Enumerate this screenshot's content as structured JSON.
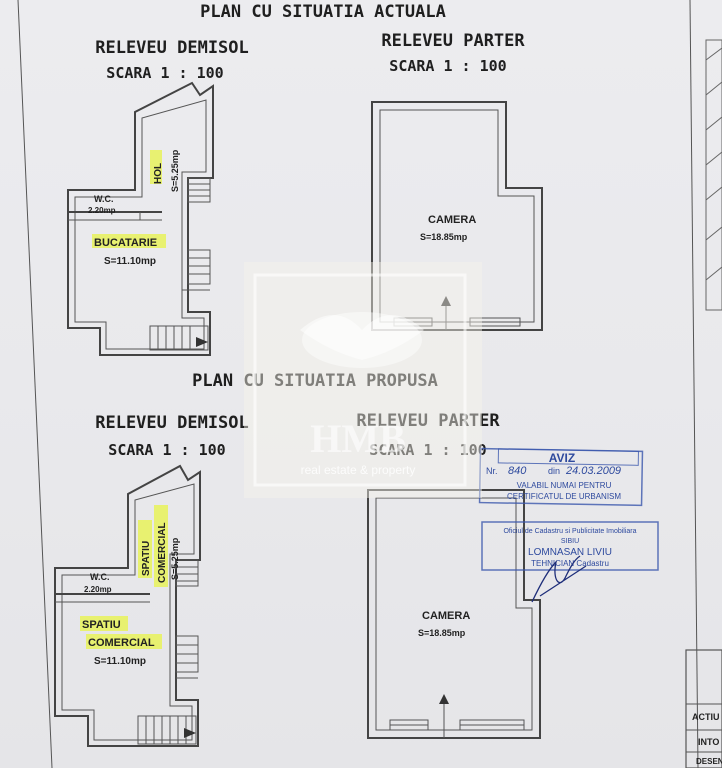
{
  "titles": {
    "current_plan": "PLAN CU SITUATIA ACTUALA",
    "proposed_plan": "PLAN CU SITUATIA PROPUSA"
  },
  "current": {
    "basement": {
      "title": "RELEVEU DEMISOL",
      "scale": "SCARA 1 : 100",
      "rooms": {
        "hol_name": "HOL",
        "hol_area": "S=5.25mp",
        "wc_name": "W.C.",
        "wc_area": "2.20mp",
        "kitchen_name": "BUCATARIE",
        "kitchen_area": "S=11.10mp"
      }
    },
    "ground": {
      "title": "RELEVEU PARTER",
      "scale": "SCARA 1 : 100",
      "room_name": "CAMERA",
      "room_area": "S=18.85mp"
    }
  },
  "proposed": {
    "basement": {
      "title": "RELEVEU DEMISOL",
      "scale": "SCARA 1 : 100",
      "rooms": {
        "spatiu1_line1": "SPATIU",
        "spatiu1_line2": "COMERCIAL",
        "spatiu1_area": "S=5.25mp",
        "wc_name": "W.C.",
        "wc_area": "2.20mp",
        "spatiu2_line1": "SPATIU",
        "spatiu2_line2": "COMERCIAL",
        "spatiu2_area": "S=11.10mp"
      }
    },
    "ground": {
      "title": "RELEVEU PARTER",
      "scale": "SCARA 1 : 100",
      "room_name": "CAMERA",
      "room_area": "S=18.85mp"
    }
  },
  "stamp_aviz": {
    "title": "AVIZ",
    "nr_label": "Nr.",
    "nr_value": "840",
    "date_label": "din",
    "date_value": "24.03.2009",
    "line1": "VALABIL NUMAI PENTRU",
    "line2": "CERTIFICATUL DE URBANISM"
  },
  "stamp_cadastru": {
    "line1": "Oficiul de Cadastru si Publicitate Imobiliara",
    "line2": "SIBIU",
    "name": "LOMNASAN LIVIU",
    "role": "TEHNICIAN Cadastru"
  },
  "watermark": {
    "brand": "HMB",
    "tagline": "real estate & property"
  },
  "title_block": {
    "row1": "ACTIU",
    "row2": "INTO",
    "row3": "DESEN"
  },
  "colors": {
    "highlight": "#e7f25a",
    "stamp_blue": "#2e4a9e",
    "ink": "#222222"
  }
}
